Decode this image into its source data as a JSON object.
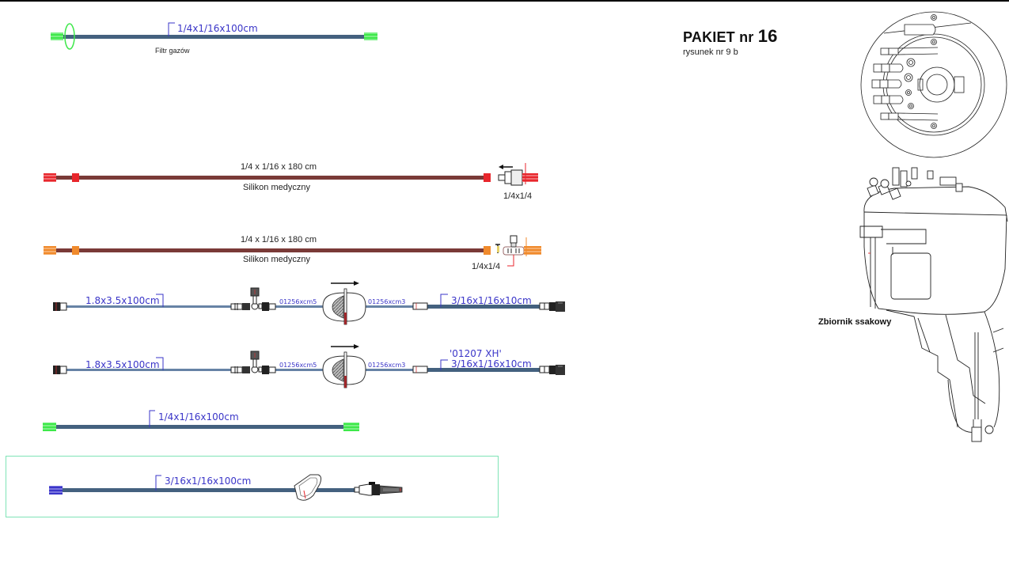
{
  "header": {
    "title_prefix": "PAKIET nr",
    "title_number": "16",
    "subtitle": "rysunek nr 9 b"
  },
  "tank": {
    "label": "Zbiornik ssakowy"
  },
  "colors": {
    "tube_blue": "#44617f",
    "tube_brown": "#7a3a37",
    "connector_green": "#3ee84a",
    "connector_red": "#e8262c",
    "connector_orange": "#f08a2c",
    "connector_purple": "#3b35c9",
    "label_blue": "#3a35c8",
    "highlight_border": "#7fe3b6"
  },
  "lines": [
    {
      "id": "line1",
      "dimension": "1/4x1/16x100cm",
      "caption": "Filtr gazów",
      "connector": "green"
    },
    {
      "id": "line2",
      "dimension": "1/4 x 1/16 x 180 cm",
      "caption": "Silikon medyczny",
      "end_label": "1/4x1/4",
      "connector": "red"
    },
    {
      "id": "line3",
      "dimension": "1/4 x 1/16 x 180 cm",
      "caption": "Silikon medyczny",
      "end_label": "1/4x1/4",
      "connector": "orange"
    },
    {
      "id": "line4",
      "dimension_left": "1.8x3.5x100cm",
      "seg_a": "01256xcm5",
      "seg_b": "01256xcm3",
      "dimension_right": "3/16x1/16x10cm"
    },
    {
      "id": "line5",
      "dimension_left": "1.8x3.5x100cm",
      "seg_a": "01256xcm5",
      "seg_b": "01256xcm3",
      "code": "'01207  XH'",
      "dimension_right": "3/16x1/16x10cm"
    },
    {
      "id": "line6",
      "dimension": "1/4x1/16x100cm",
      "connector": "green"
    },
    {
      "id": "line7",
      "dimension": "3/16x1/16x100cm",
      "connector": "purple"
    }
  ]
}
